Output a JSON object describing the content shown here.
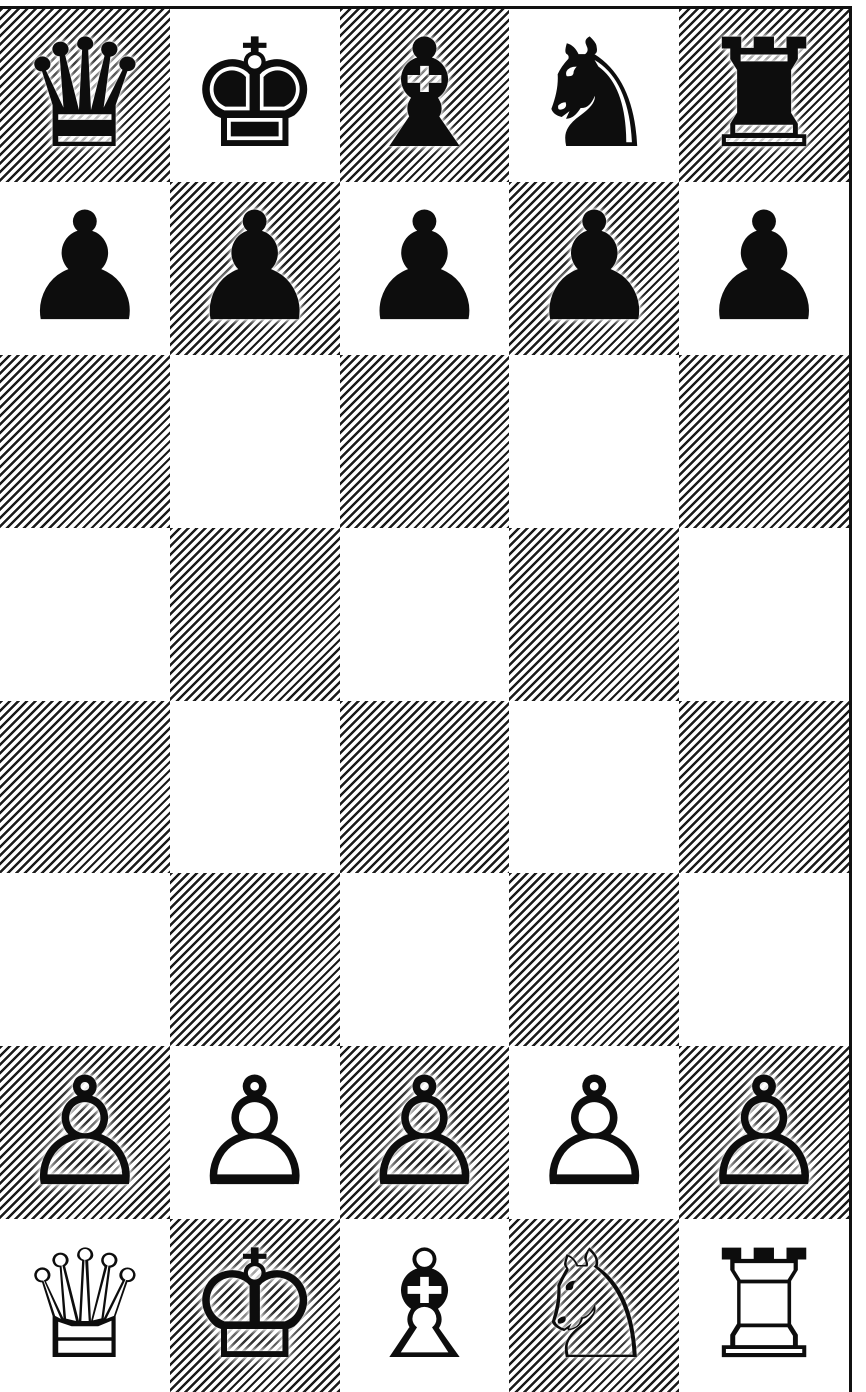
{
  "board": {
    "columns": 5,
    "rows": 8,
    "top_left_dark": true,
    "ranks": [
      [
        {
          "piece": "queen",
          "color": "black",
          "glyph": "♛"
        },
        {
          "piece": "king",
          "color": "black",
          "glyph": "♚"
        },
        {
          "piece": "bishop",
          "color": "black",
          "glyph": "♝"
        },
        {
          "piece": "knight",
          "color": "black",
          "glyph": "♞"
        },
        {
          "piece": "rook",
          "color": "black",
          "glyph": "♜"
        }
      ],
      [
        {
          "piece": "pawn",
          "color": "black",
          "glyph": "♟"
        },
        {
          "piece": "pawn",
          "color": "black",
          "glyph": "♟"
        },
        {
          "piece": "pawn",
          "color": "black",
          "glyph": "♟"
        },
        {
          "piece": "pawn",
          "color": "black",
          "glyph": "♟"
        },
        {
          "piece": "pawn",
          "color": "black",
          "glyph": "♟"
        }
      ],
      [
        null,
        null,
        null,
        null,
        null
      ],
      [
        null,
        null,
        null,
        null,
        null
      ],
      [
        null,
        null,
        null,
        null,
        null
      ],
      [
        null,
        null,
        null,
        null,
        null
      ],
      [
        {
          "piece": "pawn",
          "color": "white",
          "glyph": "♙"
        },
        {
          "piece": "pawn",
          "color": "white",
          "glyph": "♙"
        },
        {
          "piece": "pawn",
          "color": "white",
          "glyph": "♙"
        },
        {
          "piece": "pawn",
          "color": "white",
          "glyph": "♙"
        },
        {
          "piece": "pawn",
          "color": "white",
          "glyph": "♙"
        }
      ],
      [
        {
          "piece": "queen",
          "color": "white",
          "glyph": "♕"
        },
        {
          "piece": "king",
          "color": "white",
          "glyph": "♔"
        },
        {
          "piece": "bishop",
          "color": "white",
          "glyph": "♗"
        },
        {
          "piece": "knight",
          "color": "white",
          "glyph": "♘"
        },
        {
          "piece": "rook",
          "color": "white",
          "glyph": "♖"
        }
      ]
    ]
  },
  "colors": {
    "ink": "#0d0d0d",
    "paper": "#ffffff"
  }
}
